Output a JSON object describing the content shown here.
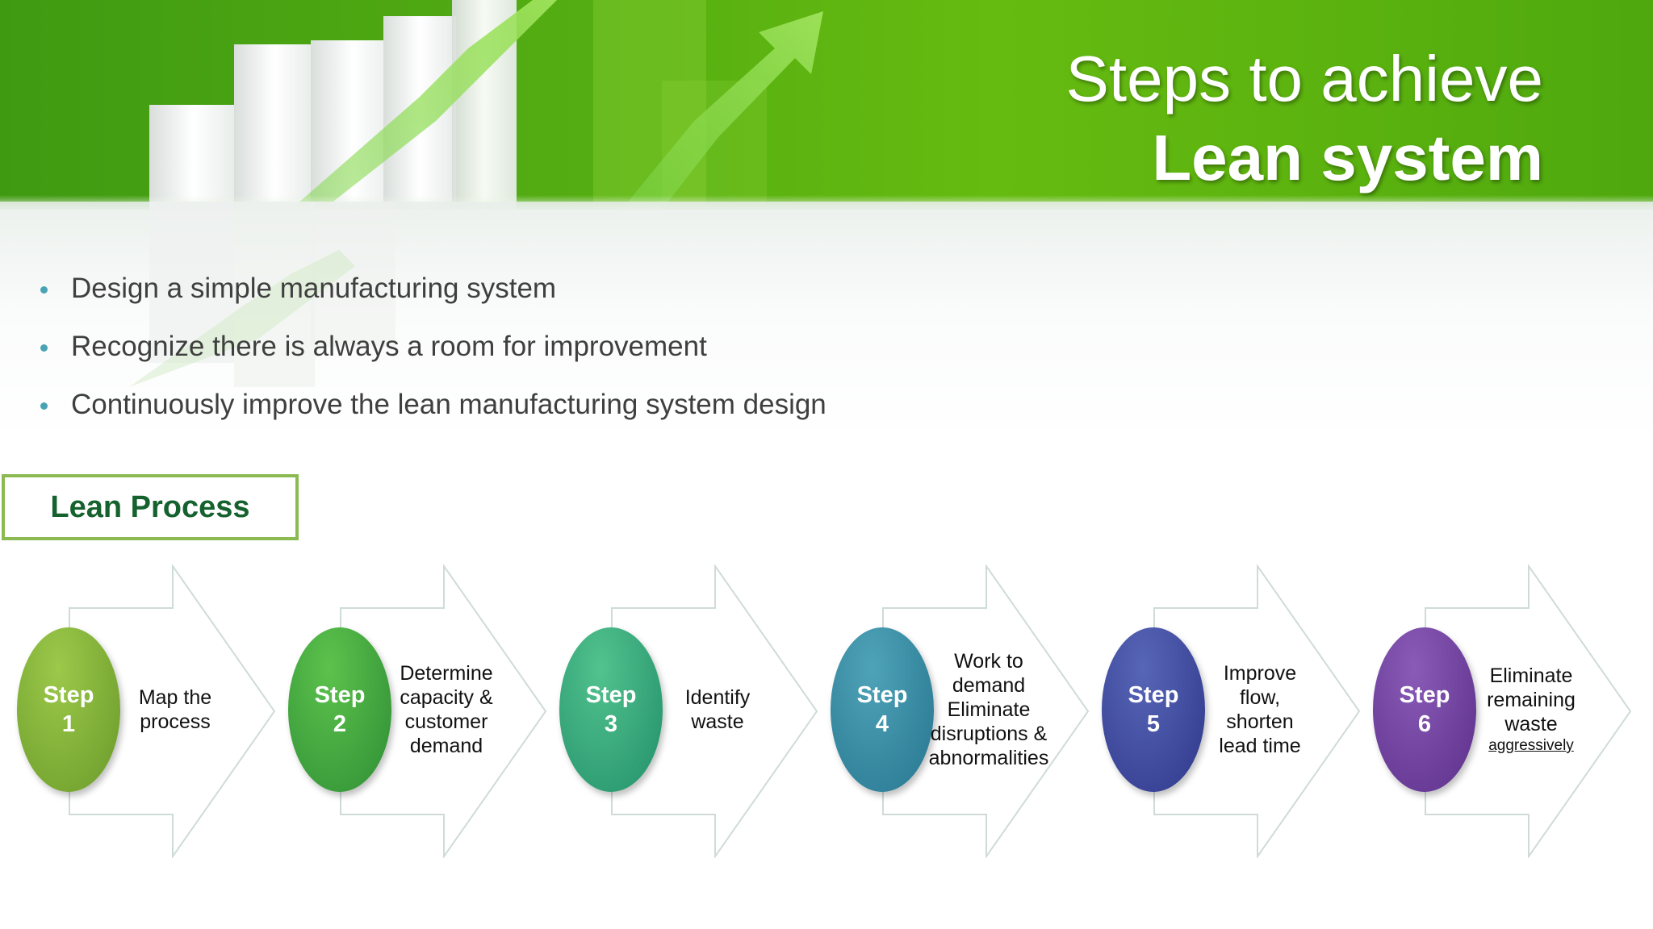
{
  "title": {
    "line1": "Steps to achieve",
    "line2": "Lean system"
  },
  "bullets": [
    "Design a simple manufacturing system",
    "Recognize there is always a room for improvement",
    "Continuously improve the lean manufacturing system design"
  ],
  "lean_process_label": "Lean Process",
  "steps": [
    {
      "word": "Step",
      "number": "1",
      "description": "Map the process",
      "extra": "",
      "color_top": "#9cc94a",
      "color_bottom": "#6a9a2a"
    },
    {
      "word": "Step",
      "number": "2",
      "description": "Determine capacity & customer demand",
      "extra": "",
      "color_top": "#5cc24c",
      "color_bottom": "#2f8e35"
    },
    {
      "word": "Step",
      "number": "3",
      "description": "Identify waste",
      "extra": "",
      "color_top": "#52c28e",
      "color_bottom": "#23906a"
    },
    {
      "word": "Step",
      "number": "4",
      "description": "Work to demand Eliminate disruptions & abnormalities",
      "extra": "",
      "color_top": "#4fa3b8",
      "color_bottom": "#26768f"
    },
    {
      "word": "Step",
      "number": "5",
      "description": "Improve flow, shorten lead time",
      "extra": "",
      "color_top": "#5866b8",
      "color_bottom": "#2f388a"
    },
    {
      "word": "Step",
      "number": "6",
      "description": "Eliminate remaining waste",
      "extra": "aggressively",
      "color_top": "#8a5cb8",
      "color_bottom": "#5c2f8a"
    }
  ],
  "colors": {
    "banner_green": "#54ad12",
    "lean_box_border": "#8cba52",
    "lean_box_text": "#16622f",
    "bullet_dot": "#4aa3b5"
  }
}
